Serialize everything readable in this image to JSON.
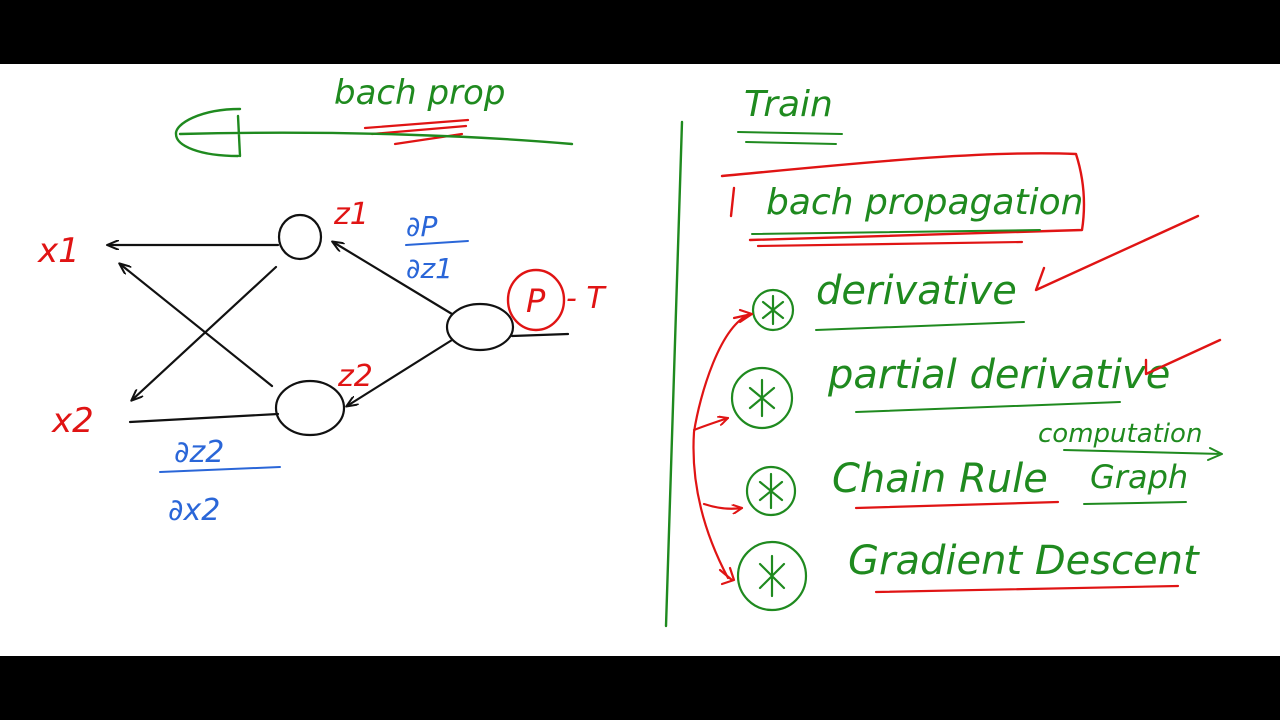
{
  "colors": {
    "green": "#1f8a1f",
    "red": "#e01414",
    "blue": "#2a66d8",
    "black": "#111111"
  },
  "left": {
    "title": "bach prop",
    "inputs": [
      "x1",
      "x2"
    ],
    "hidden": [
      "z1",
      "z2"
    ],
    "output": "P",
    "output_suffix": "- T",
    "deriv_top": {
      "num": "∂P",
      "den": "∂z1"
    },
    "deriv_bottom": {
      "num": "∂z2",
      "den": "∂x2"
    }
  },
  "right": {
    "heading": "Train",
    "highlight": "bach propagation",
    "items": [
      "derivative",
      "partial derivative",
      "Chain Rule",
      "Gradient Descent"
    ],
    "note_top": "computation",
    "note_bottom": "Graph"
  }
}
